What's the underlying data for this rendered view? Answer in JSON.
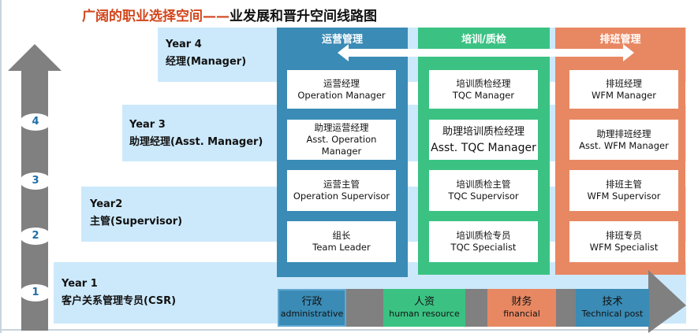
{
  "title": {
    "red": "广阔的职业选择空间——",
    "black": "业发展和晋升空间线路图"
  },
  "colors": {
    "blue": "#3a8bb5",
    "green": "#3bc283",
    "orange": "#e88863",
    "band": "#cce9fb",
    "gray": "#808080"
  },
  "levels": [
    {
      "year": "Year 4",
      "role": "经理(Manager)",
      "num": "4"
    },
    {
      "year": "Year 3",
      "role": "助理经理(Asst. Manager)",
      "num": "3"
    },
    {
      "year": "Year2",
      "role": "主管(Supervisor)",
      "num": "2"
    },
    {
      "year": "Year 1",
      "role": "客户关系管理专员(CSR)",
      "num": "1"
    }
  ],
  "columns": [
    {
      "header": "运营管理",
      "boxes": [
        {
          "cn": "运营经理",
          "en": "Operation Manager"
        },
        {
          "cn": "助理运营经理",
          "en": "Asst. Operation Manager"
        },
        {
          "cn": "运营主管",
          "en": "Operation Supervisor"
        },
        {
          "cn": "组长",
          "en": "Team Leader"
        }
      ]
    },
    {
      "header": "培训/质检",
      "boxes": [
        {
          "cn": "培训质检经理",
          "en": "TQC Manager"
        },
        {
          "cn": "助理培训质检经理",
          "en": "Asst. TQC Manager"
        },
        {
          "cn": "培训质检主管",
          "en": "TQC Supervisor"
        },
        {
          "cn": "培训质检专员",
          "en": "TQC Specialist"
        }
      ]
    },
    {
      "header": "排班管理",
      "boxes": [
        {
          "cn": "排班经理",
          "en": "WFM Manager"
        },
        {
          "cn": "助理排班经理",
          "en": "Asst. WFM Manager"
        },
        {
          "cn": "排班主管",
          "en": "WFM Supervisor"
        },
        {
          "cn": "排班专员",
          "en": "WFM Specialist"
        }
      ]
    }
  ],
  "bottom": [
    {
      "cn": "行政",
      "en": "administrative"
    },
    {
      "cn": "人资",
      "en": "human resource"
    },
    {
      "cn": "财务",
      "en": "financial"
    },
    {
      "cn": "技术",
      "en": "Technical post"
    }
  ]
}
